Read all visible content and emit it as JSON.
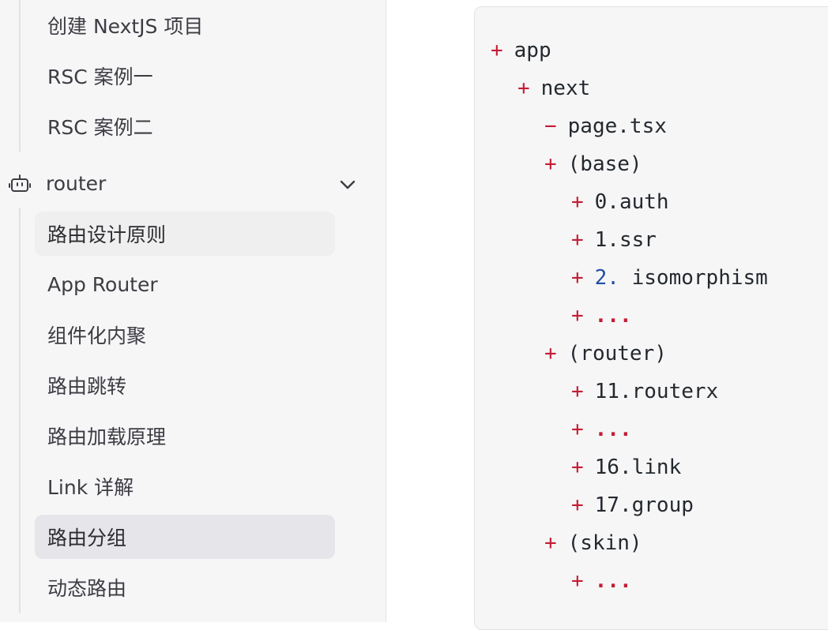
{
  "sidebar": {
    "top_items": [
      {
        "label": "创建 NextJS 项目"
      },
      {
        "label": "RSC 案例一"
      },
      {
        "label": "RSC 案例二"
      }
    ],
    "group": {
      "label": "router",
      "icon": "robot-icon",
      "expanded": true,
      "items": [
        {
          "label": "路由设计原则",
          "state": "active"
        },
        {
          "label": "App Router"
        },
        {
          "label": "组件化内聚"
        },
        {
          "label": "路由跳转"
        },
        {
          "label": "路由加载原理"
        },
        {
          "label": "Link 详解"
        },
        {
          "label": "路由分组",
          "state": "hover"
        },
        {
          "label": "动态路由"
        }
      ]
    }
  },
  "code": {
    "colors": {
      "marker": "#c41d35",
      "number": "#1f4fa3",
      "text": "#24292e"
    },
    "lines": [
      {
        "marker": "+",
        "text": "app"
      },
      {
        "marker": "+",
        "text": "next"
      },
      {
        "marker": "−",
        "text": "page.tsx"
      },
      {
        "marker": "+",
        "text": "(base)"
      },
      {
        "marker": "+",
        "text": "0.auth"
      },
      {
        "marker": "+",
        "text": "1.ssr"
      },
      {
        "marker": "+",
        "num": "2.",
        "text": " isomorphism"
      },
      {
        "marker": "+",
        "text": "..."
      },
      {
        "marker": "+",
        "text": "(router)"
      },
      {
        "marker": "+",
        "text": "11.routerx"
      },
      {
        "marker": "+",
        "text": "..."
      },
      {
        "marker": "+",
        "text": "16.link"
      },
      {
        "marker": "+",
        "text": "17.group"
      },
      {
        "marker": "+",
        "text": "(skin)"
      },
      {
        "marker": "+",
        "text": "..."
      }
    ]
  }
}
